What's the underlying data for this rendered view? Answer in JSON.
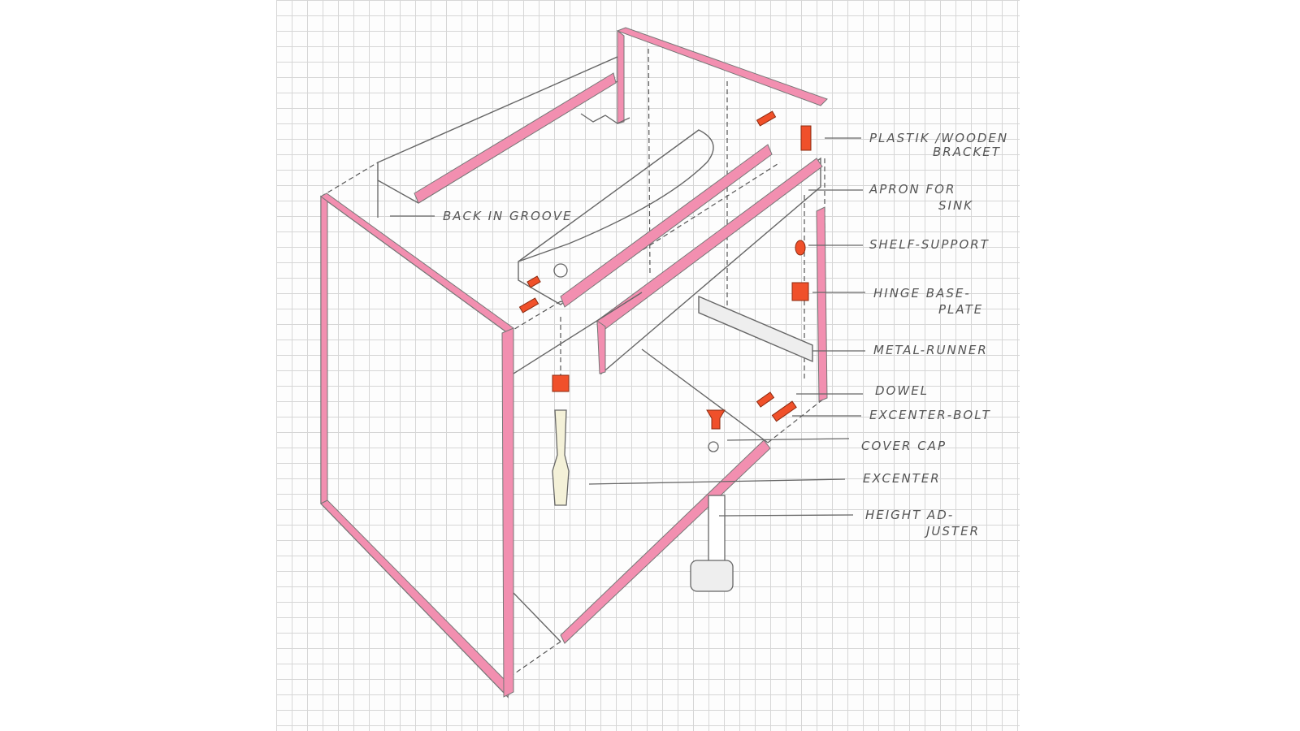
{
  "title": "Exploded sink base cabinet sketch",
  "labels": {
    "bracket_1": "PLASTIK /WOODEN",
    "bracket_2": "BRACKET",
    "apron_1": "APRON FOR",
    "apron_2": "SINK",
    "shelf_support": "SHELF-SUPPORT",
    "hinge_1": "HINGE BASE-",
    "hinge_2": "PLATE",
    "metal_runner": "METAL-RUNNER",
    "dowel": "DOWEL",
    "excenter_bolt": "EXCENTER-BOLT",
    "cover_cap": "COVER CAP",
    "excenter": "EXCENTER",
    "height_1": "HEIGHT AD-",
    "height_2": "JUSTER",
    "back_in_groove": "BACK IN GROOVE"
  },
  "colors": {
    "edge_banding": "#f28fb0",
    "hardware": "#f0502a",
    "grid": "#d6d6d6"
  }
}
